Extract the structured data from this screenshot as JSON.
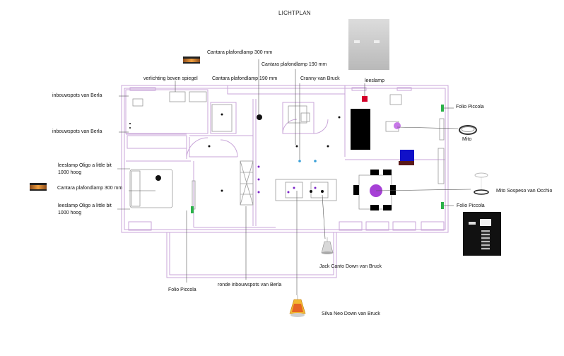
{
  "title": "LICHTPLAN",
  "labels": {
    "cantara_300_top": "Cantara plafondlamp 300 mm",
    "cantara_190_a": "Cantara plafondlamp 190 mm",
    "cantara_190_b": "Cantara plafondlamp 190 mm",
    "verlichting_spiegel": "verlichting boven spiegel",
    "cranny": "Cranny van Bruck",
    "leeslamp": "leeslamp",
    "folio_piccola_top": "Folio Piccola",
    "inbouwspots_1": "inbouwspots van Berla",
    "inbouwspots_2": "inbouwspots van Berla",
    "mito": "Mito",
    "leeslamp_oligo_1_line1": "leeslamp Oligo a little bit",
    "leeslamp_oligo_1_line2": "1000 hoog",
    "cantara_300_left": "Cantara plafondlamp 300 mm",
    "leeslamp_oligo_2_line1": "leeslamp Oligo a little bit",
    "leeslamp_oligo_2_line2": "1000 hoog",
    "mito_sospeso": "Mito Sospeso van Occhio",
    "folio_piccola_right": "Folio Piccola",
    "jack_canto": "Jack Canto Down van Bruck",
    "folio_piccola_bottom": "Folio Piccola",
    "ronde_inbouwspots": "ronde inbouwspots van Berla",
    "silva_neo": "Silva Neo Down van Bruck"
  },
  "colors": {
    "walls": "#c9a6d9",
    "furniture": "#9a9a9a",
    "leader_line": "#555555",
    "spot": "#111111",
    "accent_purple": "#a640d6",
    "accent_blue": "#1010c8",
    "accent_red": "#d4002a",
    "accent_green": "#2bb24a"
  },
  "icons": {
    "cantara": "ceiling-lamp-icon",
    "mito": "ring-lamp-icon",
    "mito_sospeso": "pendant-ring-icon",
    "jack_canto": "cone-pendant-icon",
    "silva_neo": "glass-pendant-icon"
  }
}
